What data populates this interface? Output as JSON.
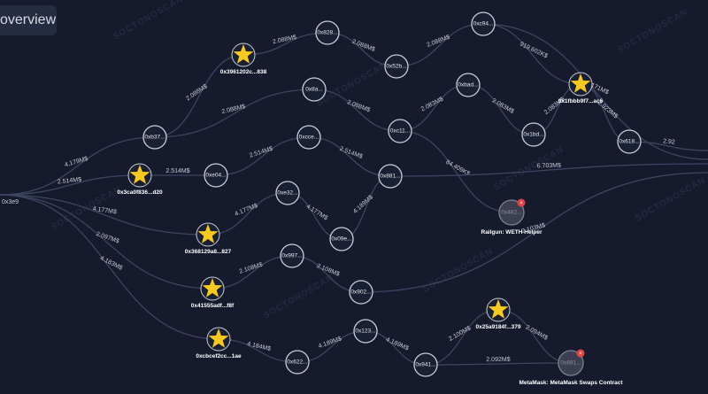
{
  "overview_label": "overview",
  "watermark": "SOCTONOSCAN",
  "nodes": [
    {
      "id": "left",
      "label": "0x3e9",
      "type": "edge-label"
    },
    {
      "id": "n1",
      "label": "0x3961202c...838",
      "type": "star"
    },
    {
      "id": "n2",
      "label": "0x828...",
      "type": "circle"
    },
    {
      "id": "n3",
      "label": "0x52b...",
      "type": "circle"
    },
    {
      "id": "n4",
      "label": "0xc94...",
      "type": "circle"
    },
    {
      "id": "n5",
      "label": "0xb37...",
      "type": "circle"
    },
    {
      "id": "n6",
      "label": "0x8a...",
      "type": "circle"
    },
    {
      "id": "n7",
      "label": "0xc11...",
      "type": "circle"
    },
    {
      "id": "n8",
      "label": "0xbad...",
      "type": "circle"
    },
    {
      "id": "n9",
      "label": "0x1bd...",
      "type": "circle"
    },
    {
      "id": "n10",
      "label": "0x1fbbb9f7...ac6",
      "type": "star"
    },
    {
      "id": "n11",
      "label": "0x618...",
      "type": "circle"
    },
    {
      "id": "n12",
      "label": "0x3ca0f836...d20",
      "type": "star"
    },
    {
      "id": "n13",
      "label": "0xe04...",
      "type": "circle"
    },
    {
      "id": "n14",
      "label": "0xcce...",
      "type": "circle"
    },
    {
      "id": "n15",
      "label": "0x881...",
      "type": "circle"
    },
    {
      "id": "n16",
      "label": "0x482...",
      "type": "flag",
      "caption": "Railgun: WETH Helper"
    },
    {
      "id": "n17",
      "label": "0x368129a8...827",
      "type": "star"
    },
    {
      "id": "n18",
      "label": "0xe32...",
      "type": "circle"
    },
    {
      "id": "n19",
      "label": "0x09e...",
      "type": "circle"
    },
    {
      "id": "n20",
      "label": "0x41555adf...f8f",
      "type": "star"
    },
    {
      "id": "n21",
      "label": "0x997...",
      "type": "circle"
    },
    {
      "id": "n22",
      "label": "0x902...",
      "type": "circle"
    },
    {
      "id": "n23",
      "label": "0xcbcef2cc...1ae",
      "type": "star"
    },
    {
      "id": "n24",
      "label": "0x622...",
      "type": "circle"
    },
    {
      "id": "n25",
      "label": "0x123...",
      "type": "circle"
    },
    {
      "id": "n26",
      "label": "0x941...",
      "type": "circle"
    },
    {
      "id": "n27",
      "label": "0x25a9184f...379",
      "type": "star"
    },
    {
      "id": "n28",
      "label": "0x881...",
      "type": "flag",
      "caption": "MetaMask: MetaMask Swaps Contract"
    }
  ],
  "edges": [
    {
      "from": "left",
      "to": "n5",
      "label": "4.179M$"
    },
    {
      "from": "left",
      "to": "n12",
      "label": "2.514M$"
    },
    {
      "from": "left",
      "to": "n17",
      "label": "4.177M$"
    },
    {
      "from": "left",
      "to": "n20",
      "label": "2.097M$"
    },
    {
      "from": "left",
      "to": "n23",
      "label": "4.183M$"
    },
    {
      "from": "n5",
      "to": "n1",
      "label": "2.088M$"
    },
    {
      "from": "n1",
      "to": "n2",
      "label": "2.088M$"
    },
    {
      "from": "n2",
      "to": "n3",
      "label": "2.088M$"
    },
    {
      "from": "n3",
      "to": "n4",
      "label": "2.088M$"
    },
    {
      "from": "n4",
      "to": "n10",
      "label": "919.602K$"
    },
    {
      "from": "n4",
      "to": "right",
      "label": "1.171M$"
    },
    {
      "from": "n5",
      "to": "n6",
      "label": "2.088M$"
    },
    {
      "from": "n6",
      "to": "n7",
      "label": "2.088M$"
    },
    {
      "from": "n7",
      "to": "n8",
      "label": "2.083M$"
    },
    {
      "from": "n8",
      "to": "n9",
      "label": "2.083M$"
    },
    {
      "from": "n9",
      "to": "n10",
      "label": "2.083M$"
    },
    {
      "from": "n10",
      "to": "n11",
      "label": "2.923M$"
    },
    {
      "from": "n11",
      "to": "right",
      "label": "2.92"
    },
    {
      "from": "n12",
      "to": "n13",
      "label": "2.514M$"
    },
    {
      "from": "n13",
      "to": "n14",
      "label": "2.514M$"
    },
    {
      "from": "n14",
      "to": "n15",
      "label": "2.514M$"
    },
    {
      "from": "n7",
      "to": "n16",
      "label": "84.409K$"
    },
    {
      "from": "n15",
      "to": "right",
      "label": "6.703M$"
    },
    {
      "from": "n17",
      "to": "n18",
      "label": "4.177M$"
    },
    {
      "from": "n18",
      "to": "n19",
      "label": "4.177M$"
    },
    {
      "from": "n19",
      "to": "n15",
      "label": "4.189M$"
    },
    {
      "from": "n20",
      "to": "n21",
      "label": "2.108M$"
    },
    {
      "from": "n21",
      "to": "n22",
      "label": "2.108M$"
    },
    {
      "from": "n22",
      "to": "right",
      "label": "2.103M$"
    },
    {
      "from": "n23",
      "to": "n24",
      "label": "4.184M$"
    },
    {
      "from": "n24",
      "to": "n25",
      "label": "4.189M$"
    },
    {
      "from": "n25",
      "to": "n26",
      "label": "4.189M$"
    },
    {
      "from": "n26",
      "to": "n27",
      "label": "2.100M$"
    },
    {
      "from": "n27",
      "to": "n28",
      "label": "2.094M$"
    },
    {
      "from": "n26",
      "to": "n28",
      "label": "2.092M$"
    }
  ]
}
